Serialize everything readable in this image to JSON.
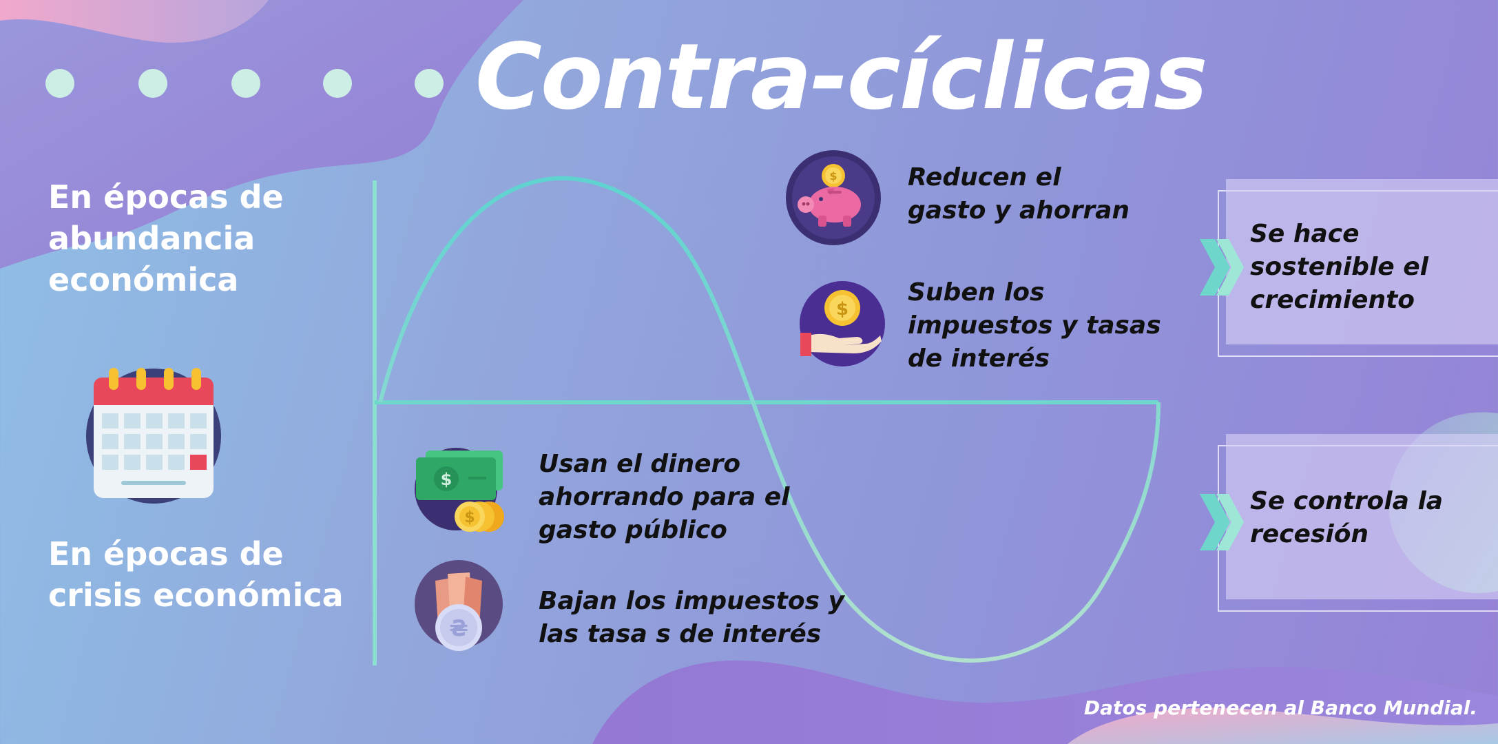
{
  "title": "Contra-cíclicas",
  "headings": {
    "abundance": [
      "En épocas de",
      "abundancia",
      "económica"
    ],
    "crisis": [
      "En épocas de",
      "crisis económica"
    ]
  },
  "actions": {
    "save": [
      "Reducen el",
      "gasto y ahorran"
    ],
    "raise_taxes": [
      "Suben los",
      "impuestos y tasas",
      "de interés"
    ],
    "spend": [
      "Usan el dinero",
      "ahorrando para el",
      "gasto público"
    ],
    "lower_taxes": [
      "Bajan los impuestos y",
      "las tasa s de interés"
    ]
  },
  "results": {
    "growth": [
      "Se hace",
      "sostenible el",
      "crecimiento"
    ],
    "recession": [
      "Se controla la",
      "recesión"
    ]
  },
  "footer": "Datos pertenecen al Banco Mundial.",
  "colors": {
    "curve": "#6fd6cc",
    "text_dark": "#111111",
    "title": "#ffffff",
    "dots": "#cdeee4",
    "pig": "#ec6aa3",
    "coin": "#f6c232",
    "money": "#2fa866"
  },
  "icons": [
    "piggy-bank-icon",
    "coin-hand-icon",
    "money-coins-icon",
    "hryvnia-coin-icon",
    "calendar-icon",
    "chevron-right-icon"
  ]
}
